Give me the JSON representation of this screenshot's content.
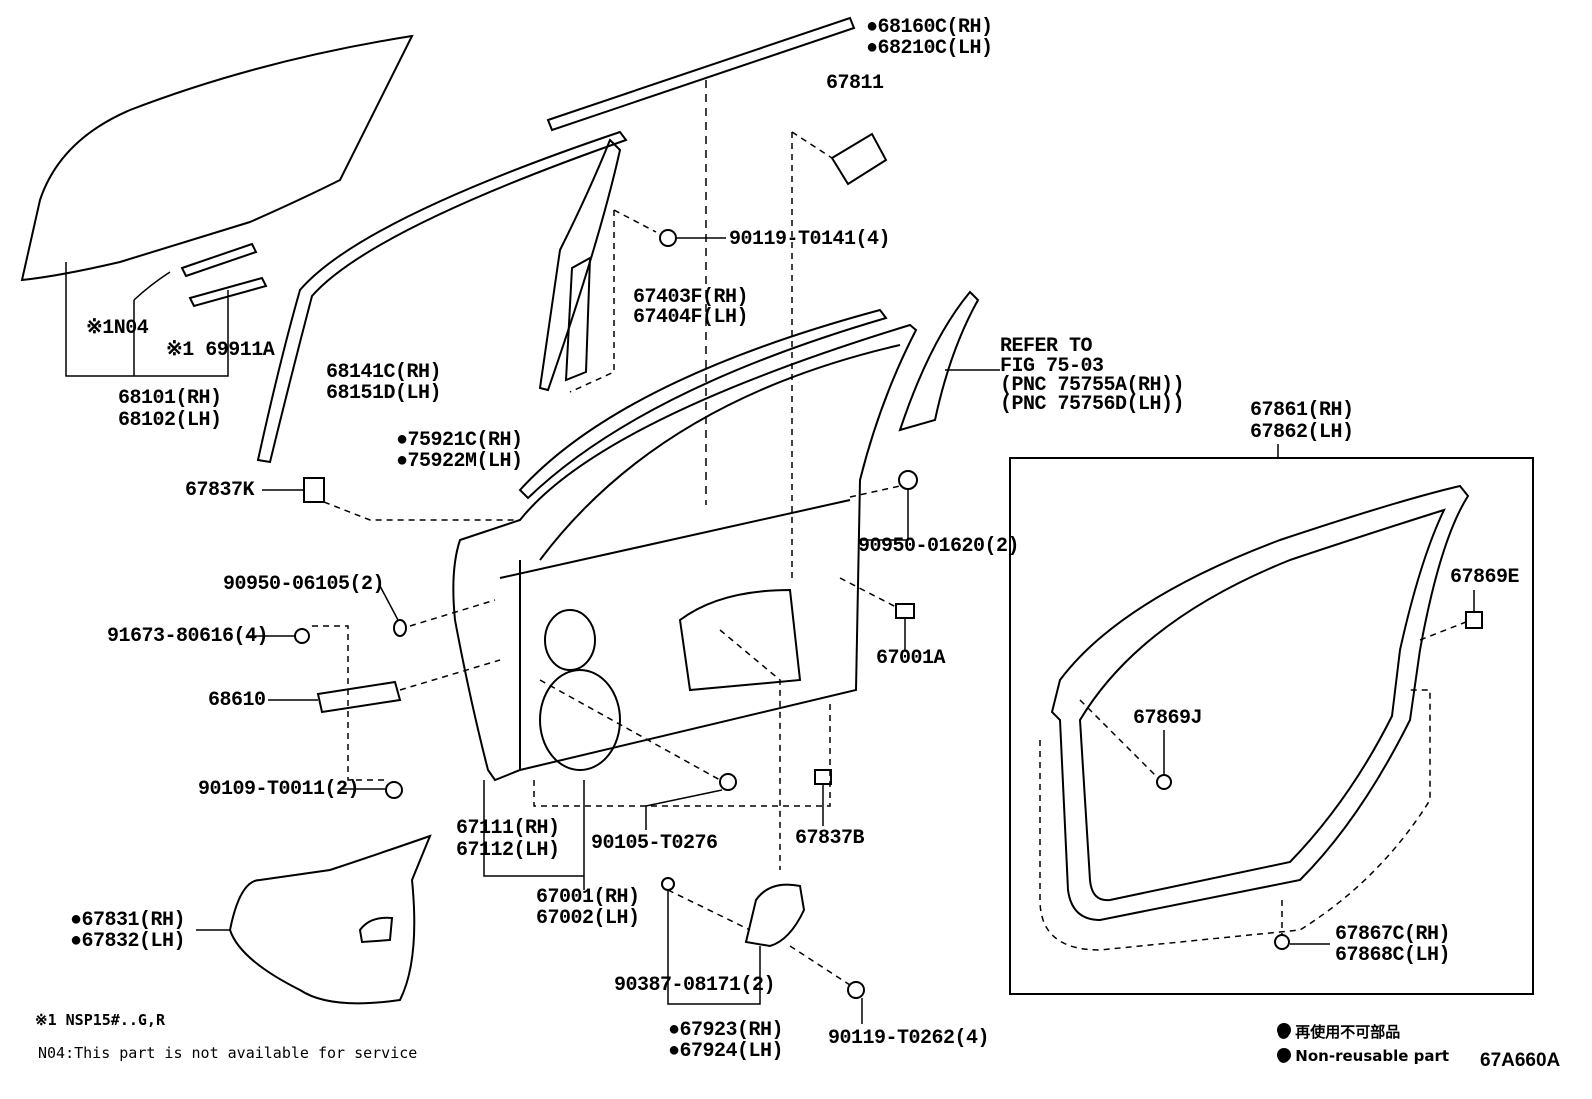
{
  "labels": {
    "p68160c": "●68160C(RH)",
    "p68210c": "●68210C(LH)",
    "p67811": "67811",
    "p90119_t0141": "90119-T0141(4)",
    "p67403f": "67403F(RH)",
    "p67404f": "67404F(LH)",
    "n04": "※1N04",
    "p69911a": "※1 69911A",
    "p68101": "68101(RH)",
    "p68102": "68102(LH)",
    "p68141c": "68141C(RH)",
    "p68151d": "68151D(LH)",
    "refer1": "REFER TO",
    "refer2": "FIG 75-03",
    "refer3": "(PNC 75755A(RH))",
    "refer4": "(PNC 75756D(LH))",
    "p67861": "67861(RH)",
    "p67862": "67862(LH)",
    "p75921c": "●75921C(RH)",
    "p75922m": "●75922M(LH)",
    "p67837k": "67837K",
    "p90950_01620": "90950-01620(2)",
    "p90950_06105": "90950-06105(2)",
    "p67869e": "67869E",
    "p91673": "91673-80616(4)",
    "p67001a": "67001A",
    "p68610": "68610",
    "p67869j": "67869J",
    "p90109": "90109-T0011(2)",
    "p67111": "67111(RH)",
    "p67112": "67112(LH)",
    "p90105": "90105-T0276",
    "p67837b": "67837B",
    "p67001": "67001(RH)",
    "p67002": "67002(LH)",
    "p67831": "●67831(RH)",
    "p67832": "●67832(LH)",
    "p67867c": "67867C(RH)",
    "p67868c": "67868C(LH)",
    "p90387": "90387-08171(2)",
    "p67923": "●67923(RH)",
    "p67924": "●67924(LH)",
    "p90119_t0262": "90119-T0262(4)"
  },
  "notes": {
    "applicability": "※1 NSP15#..G,R",
    "n04_note": "N04:This part is not available for service"
  },
  "legend": {
    "jp": "● 再使用不可部品",
    "en": "● Non-reusable part"
  },
  "figure_code": "67A660A"
}
